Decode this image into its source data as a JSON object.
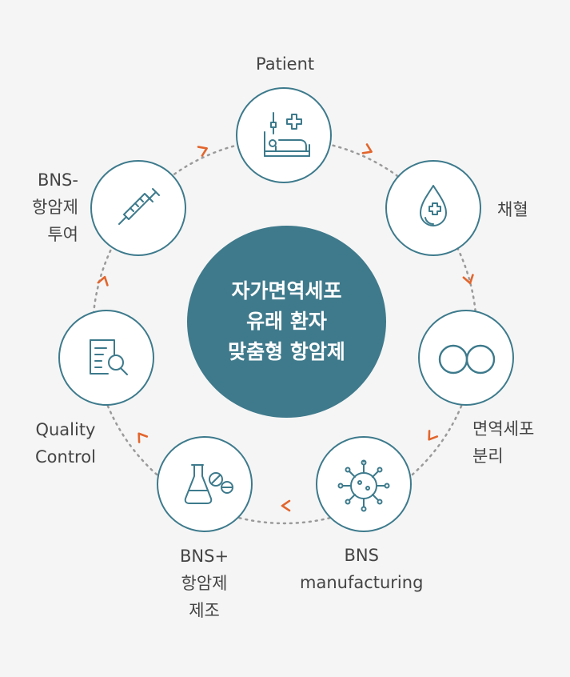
{
  "center": {
    "lines": [
      "자가면역세포",
      "유래 환자",
      "맞춤형 항암제"
    ],
    "color": "#3f7a8c"
  },
  "steps": [
    {
      "id": "patient",
      "label": "Patient",
      "icon": "patient-bed-icon"
    },
    {
      "id": "blood",
      "label": "채혈",
      "icon": "blood-drop-icon"
    },
    {
      "id": "separation",
      "label": "면역세포\n분리",
      "icon": "cells-icon"
    },
    {
      "id": "manufacturing",
      "label": "BNS\nmanufacturing",
      "icon": "virus-icon"
    },
    {
      "id": "production",
      "label": "BNS+\n항암제\n제조",
      "icon": "flask-pills-icon"
    },
    {
      "id": "qc",
      "label": "Quality\nControl",
      "icon": "document-search-icon"
    },
    {
      "id": "administration",
      "label": "BNS-\n항암제\n투여",
      "icon": "syringe-icon"
    }
  ],
  "colors": {
    "accent": "#3d7a8c",
    "arrow": "#e2662d",
    "dots": "#9a9a9a"
  }
}
